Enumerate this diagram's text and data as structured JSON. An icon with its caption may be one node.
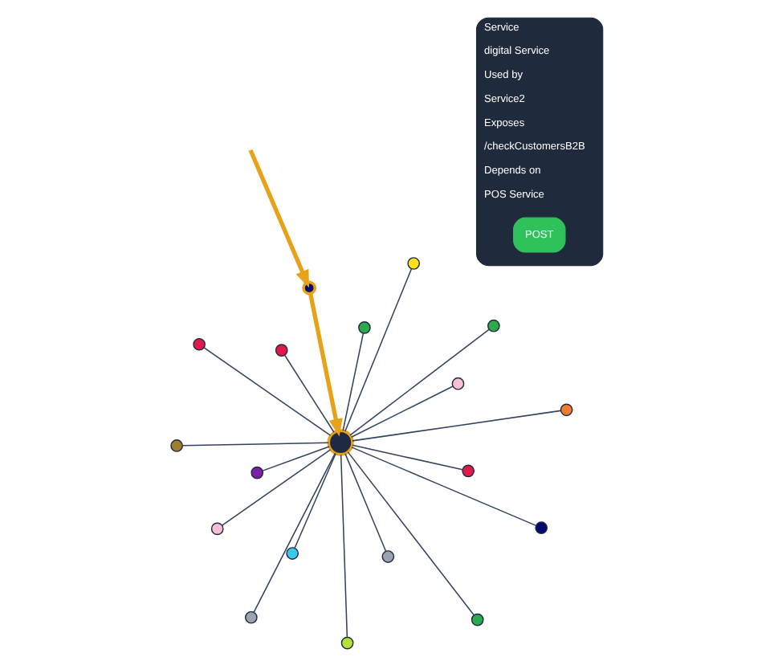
{
  "diagram": {
    "nodes": [
      {
        "text": [],
        "shape": "circle"
      },
      {
        "text": [],
        "shape": "circle"
      },
      {
        "text": [],
        "shape": "circle"
      },
      {
        "text": [],
        "shape": "circle"
      },
      {
        "text": [],
        "shape": "circle"
      },
      {
        "text": [],
        "shape": "circle"
      },
      {
        "text": [],
        "shape": "circle"
      },
      {
        "text": [],
        "shape": "circle"
      },
      {
        "text": [],
        "shape": "circle"
      },
      {
        "text": [],
        "shape": "circle"
      },
      {
        "text": [],
        "shape": "circle"
      },
      {
        "text": [],
        "shape": "circle"
      },
      {
        "text": [],
        "shape": "circle"
      },
      {
        "text": [],
        "shape": "circle"
      },
      {
        "text": [],
        "shape": "circle"
      },
      {
        "text": [],
        "shape": "circle"
      },
      {
        "text": [],
        "shape": "circle"
      },
      {
        "text": [],
        "shape": "circle"
      },
      {
        "text": [],
        "shape": "circle"
      },
      {
        "text": [
          "Service",
          "digital Service",
          "Used by",
          "Service2",
          "Exposes",
          "/checkCustomersB2B",
          "Depends on",
          "POS Service"
        ]
      },
      {
        "text": [
          "POST"
        ],
        "in": 19
      }
    ],
    "edges": [
      {
        "from": 0,
        "to": 1,
        "arrow": "none"
      },
      {
        "from": 0,
        "to": 2,
        "arrow": "none"
      },
      {
        "from": 0,
        "to": 3,
        "arrow": "none"
      },
      {
        "from": 0,
        "to": 4,
        "arrow": "none"
      },
      {
        "from": 0,
        "to": 5,
        "arrow": "none"
      },
      {
        "from": 0,
        "to": 6,
        "arrow": "none"
      },
      {
        "from": 0,
        "to": 7,
        "arrow": "none"
      },
      {
        "from": 0,
        "to": 8,
        "arrow": "none"
      },
      {
        "from": 0,
        "to": 9,
        "arrow": "none"
      },
      {
        "from": 0,
        "to": 10,
        "arrow": "none"
      },
      {
        "from": 0,
        "to": 11,
        "arrow": "none"
      },
      {
        "from": 0,
        "to": 12,
        "arrow": "none"
      },
      {
        "from": 0,
        "to": 13,
        "arrow": "none"
      },
      {
        "from": 0,
        "to": 14,
        "arrow": "none"
      },
      {
        "from": 0,
        "to": 15,
        "arrow": "none"
      },
      {
        "from": 0,
        "to": 16,
        "arrow": "none"
      },
      {
        "from": 0,
        "to": 17,
        "arrow": "none"
      },
      {
        "from": 18,
        "to": 0,
        "arrow": "to",
        "style": "thick",
        "color": "#e8a21a"
      },
      {
        "from": null,
        "to": 18,
        "arrow": "to",
        "style": "thick",
        "color": "#e8a21a"
      }
    ]
  }
}
